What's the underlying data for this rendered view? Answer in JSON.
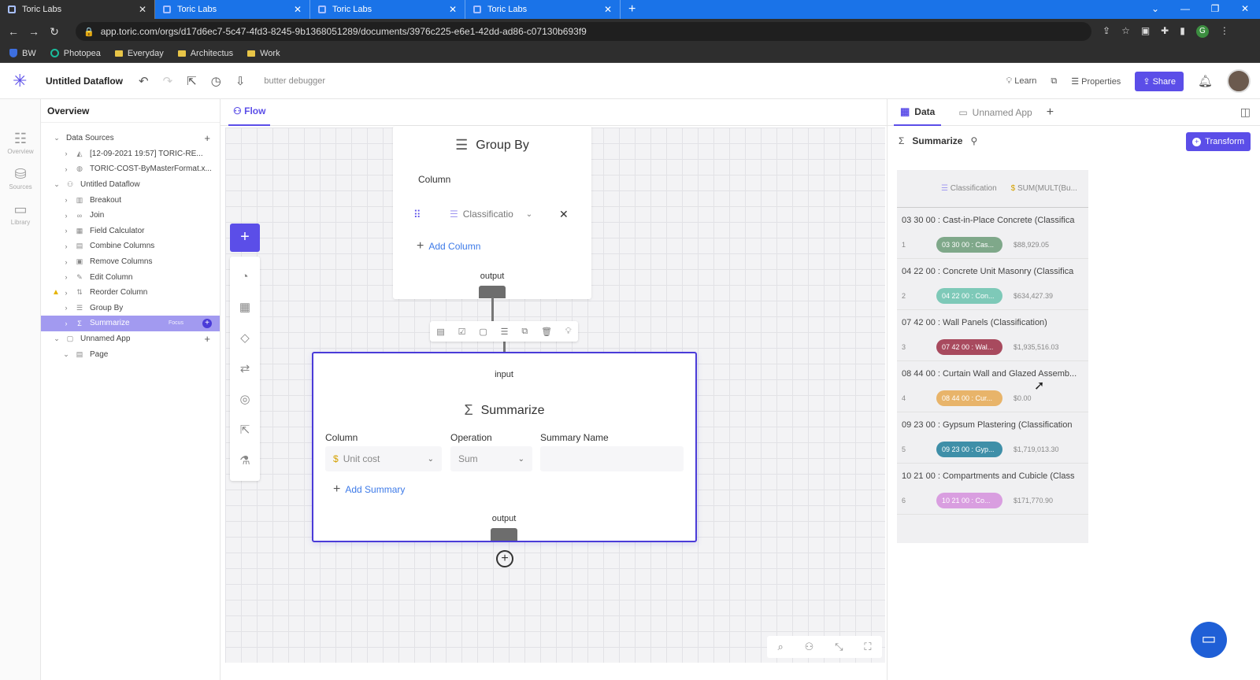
{
  "browser": {
    "tabs": [
      {
        "title": "Toric Labs",
        "active": true
      },
      {
        "title": "Toric Labs",
        "active": false
      },
      {
        "title": "Toric Labs",
        "active": false
      },
      {
        "title": "Toric Labs",
        "active": false
      }
    ],
    "url": "app.toric.com/orgs/d17d6ec7-5c47-4fd3-8245-9b1368051289/documents/3976c225-e6e1-42dd-ad86-c07130b693f9",
    "bookmarks": [
      "BW",
      "Photopea",
      "Everyday",
      "Architectus",
      "Work"
    ],
    "profile_initial": "G"
  },
  "header": {
    "doc_title": "Untitled Dataflow",
    "debug_label": "butter debugger",
    "learn": "Learn",
    "properties": "Properties",
    "share": "Share"
  },
  "rail": {
    "items": [
      {
        "label": "Overview",
        "icon": "overview-icon"
      },
      {
        "label": "Sources",
        "icon": "database-icon"
      },
      {
        "label": "Library",
        "icon": "library-icon"
      }
    ]
  },
  "sidebar": {
    "title": "Overview",
    "tree": [
      {
        "label": "Data Sources",
        "level": 0,
        "expanded": true,
        "plus": true
      },
      {
        "label": "[12-09-2021 19:57] TORIC-RE...",
        "level": 1
      },
      {
        "label": "TORIC-COST-ByMasterFormat.x...",
        "level": 1
      },
      {
        "label": "Untitled Dataflow",
        "level": 0,
        "expanded": true
      },
      {
        "label": "Breakout",
        "level": 1
      },
      {
        "label": "Join",
        "level": 1
      },
      {
        "label": "Field Calculator",
        "level": 1
      },
      {
        "label": "Combine Columns",
        "level": 1
      },
      {
        "label": "Remove Columns",
        "level": 1
      },
      {
        "label": "Edit Column",
        "level": 1
      },
      {
        "label": "Reorder Column",
        "level": 1,
        "warning": true
      },
      {
        "label": "Group By",
        "level": 1
      },
      {
        "label": "Summarize",
        "level": 1,
        "selected": true,
        "tag": "Focus"
      },
      {
        "label": "Unnamed App",
        "level": 0,
        "expanded": true,
        "plus": true
      },
      {
        "label": "Page",
        "level": 1,
        "expanded": true
      }
    ]
  },
  "flow": {
    "tab": "Flow",
    "groupby": {
      "title": "Group By",
      "column_label": "Column",
      "column_value": "Classificatio",
      "add_column": "Add Column",
      "output_label": "output"
    },
    "summarize": {
      "input_label": "input",
      "title": "Summarize",
      "column_label": "Column",
      "column_value": "Unit cost",
      "operation_label": "Operation",
      "operation_value": "Sum",
      "summary_name_label": "Summary Name",
      "summary_name_value": "",
      "add_summary": "Add Summary",
      "output_label": "output"
    }
  },
  "rightpanel": {
    "tabs": [
      {
        "label": "Data",
        "active": true
      },
      {
        "label": "Unnamed App",
        "active": false
      }
    ],
    "node_title": "Summarize",
    "transform": "Transform",
    "table": {
      "columns": [
        "Classification",
        "SUM(MULT(Bu..."
      ],
      "groups": [
        {
          "title": "03 30 00 : Cast-in-Place Concrete  (Classifica",
          "row": "1",
          "chip": "03 30 00 : Cas...",
          "chip_color": "#7fa88a",
          "amount": "$88,929.05"
        },
        {
          "title": "04 22 00 : Concrete Unit Masonry  (Classifica",
          "row": "2",
          "chip": "04 22 00 : Con...",
          "chip_color": "#7ec9b8",
          "amount": "$634,427.39"
        },
        {
          "title": "07 42 00 : Wall Panels  (Classification)",
          "row": "3",
          "chip": "07 42 00 : Wal...",
          "chip_color": "#a84a5e",
          "amount": "$1,935,516.03"
        },
        {
          "title": "08 44 00 : Curtain Wall and Glazed Assemb...",
          "row": "4",
          "chip": "08 44 00 : Cur...",
          "chip_color": "#e8b46a",
          "amount": "$0.00"
        },
        {
          "title": "09 23 00 : Gypsum Plastering  (Classification",
          "row": "5",
          "chip": "09 23 00 : Gyp...",
          "chip_color": "#3f8fa8",
          "amount": "$1,719,013.30"
        },
        {
          "title": "10 21 00 : Compartments and Cubicle  (Class",
          "row": "6",
          "chip": "10 21 00 : Co...",
          "chip_color": "#d99ee0",
          "amount": "$171,770.90"
        }
      ]
    }
  }
}
